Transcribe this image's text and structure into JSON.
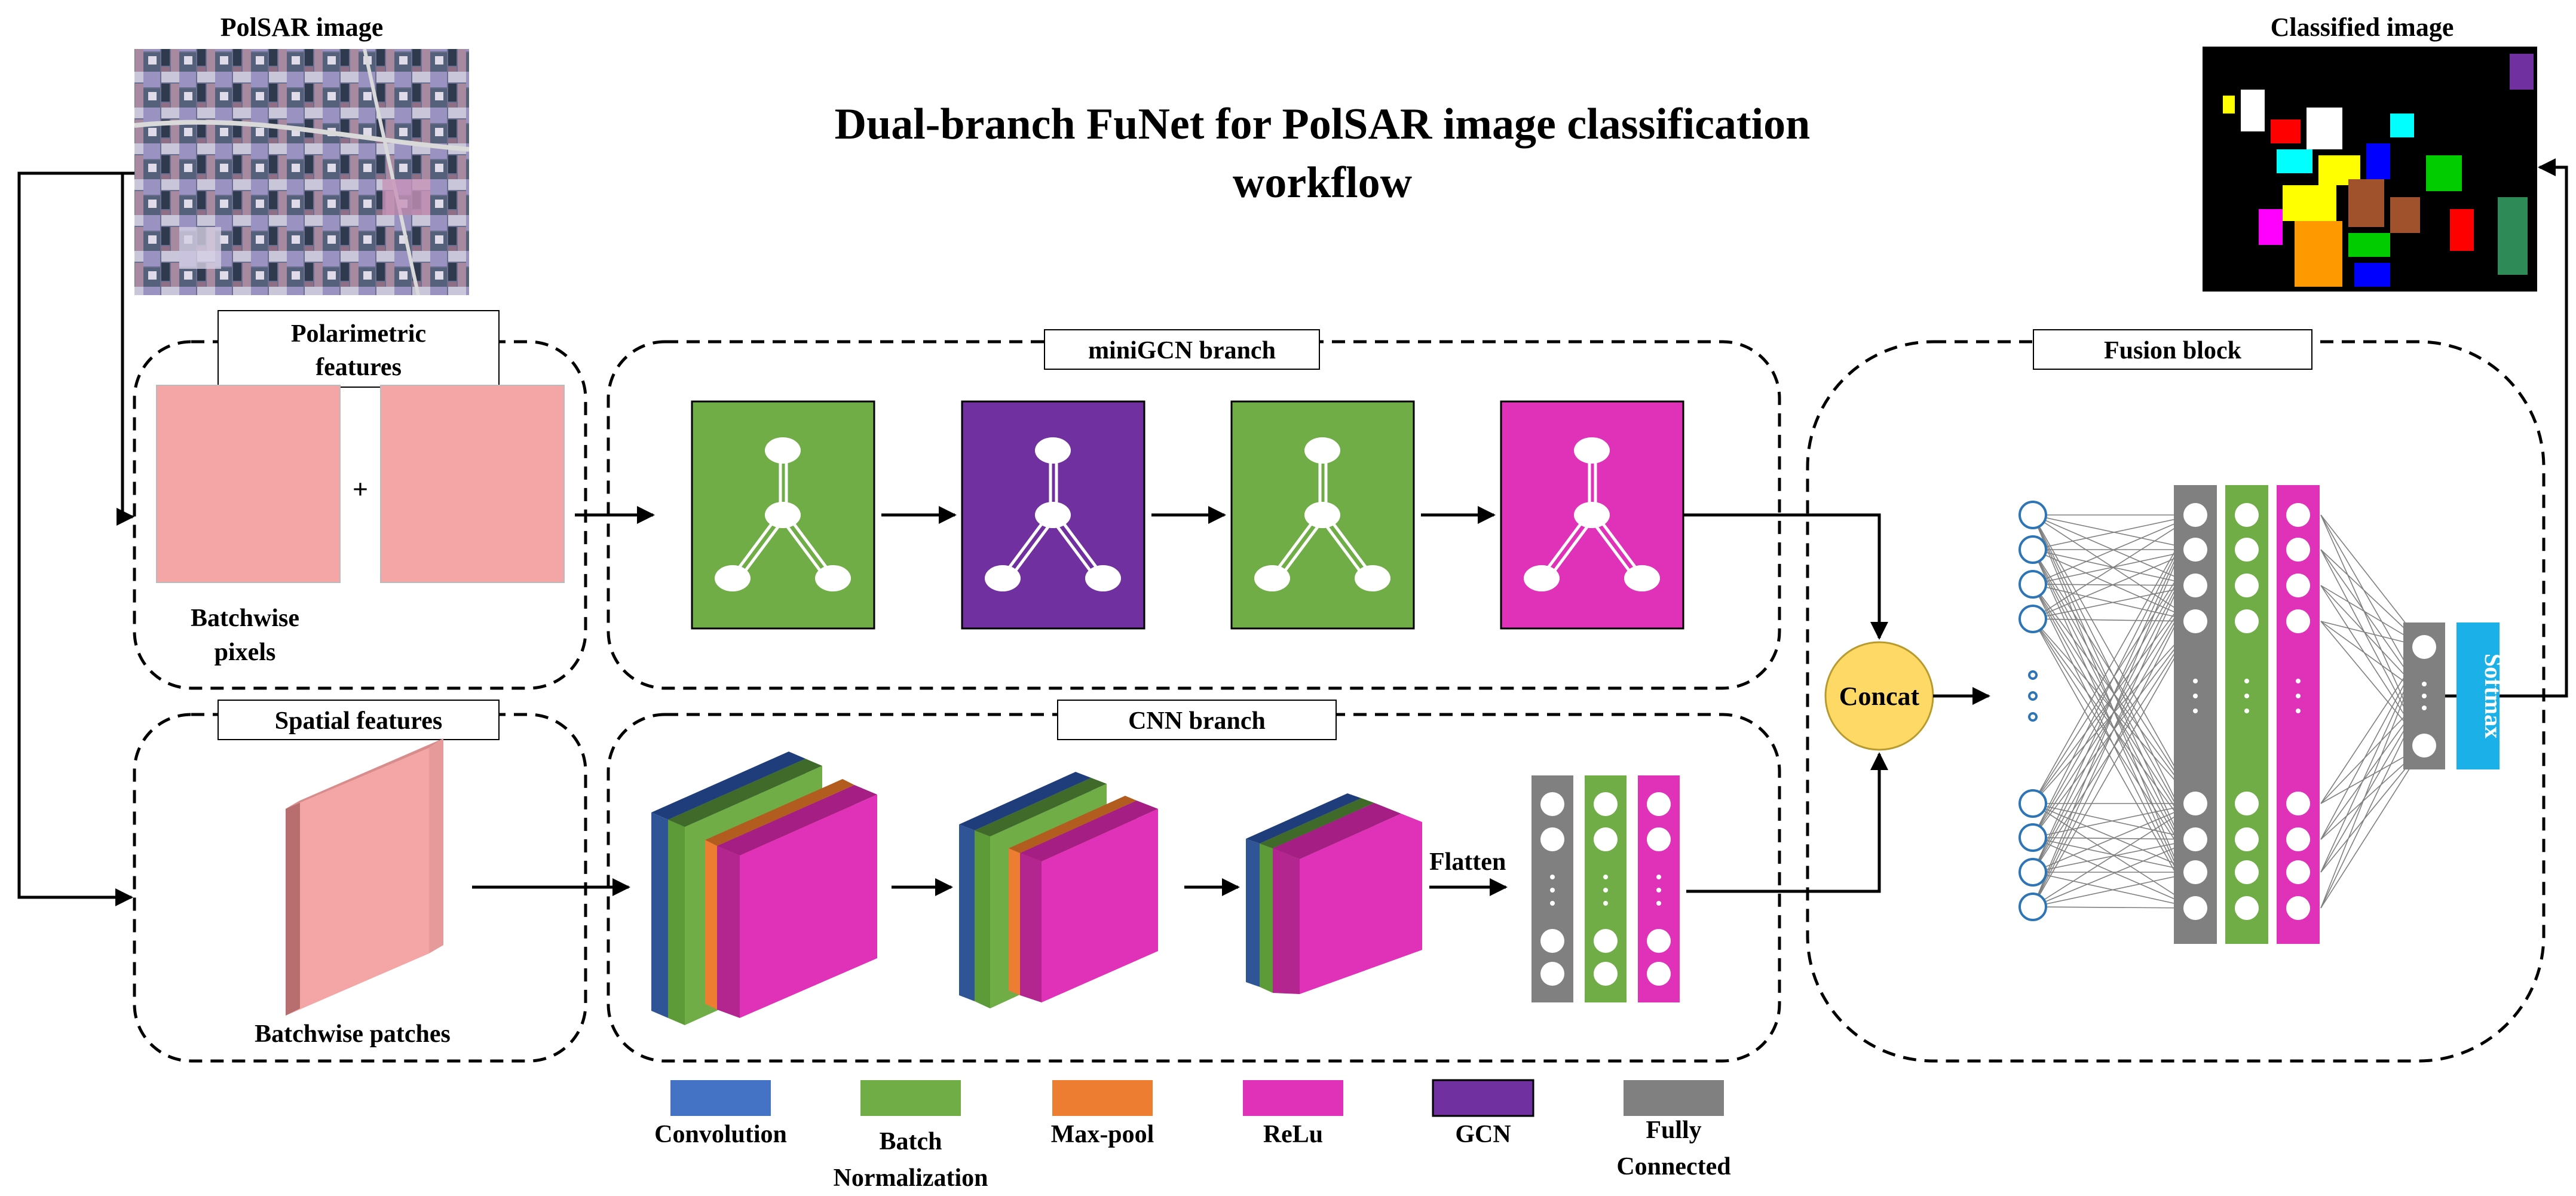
{
  "title": {
    "line1": "Dual-branch FuNet for PolSAR image classification",
    "line2": "workflow"
  },
  "input_image_label": "PolSAR image",
  "output_image_label": "Classified image",
  "polarimetric": {
    "header_line1": "Polarimetric",
    "header_line2": "features",
    "plus": "+",
    "caption_line1": "Batchwise",
    "caption_line2": "pixels"
  },
  "spatial": {
    "header": "Spatial features",
    "caption": "Batchwise patches"
  },
  "gcn_branch": {
    "header": "miniGCN branch"
  },
  "cnn_branch": {
    "header": "CNN branch",
    "flatten": "Flatten"
  },
  "fusion": {
    "header": "Fusion block",
    "concat": "Concat",
    "softmax": "Softmax"
  },
  "legend": [
    {
      "label1": "Convolution",
      "label2": "",
      "color": "#4472C4"
    },
    {
      "label1": "Batch",
      "label2": "Normalization",
      "color": "#70AD47"
    },
    {
      "label1": "Max-pool",
      "label2": "",
      "color": "#ED7D31"
    },
    {
      "label1": "ReLu",
      "label2": "",
      "color": "#E032B8"
    },
    {
      "label1": "GCN",
      "label2": "",
      "color": "#7030A0"
    },
    {
      "label1": "Fully",
      "label2": "Connected",
      "color": "#808080"
    }
  ],
  "colors": {
    "pink_feature": "#F4A5A5",
    "bn_green": "#70AD47",
    "gcn_purple": "#7030A0",
    "relu_magenta": "#E032B8",
    "conv_blue": "#2F5597",
    "maxpool_orange": "#ED7D31",
    "fc_gray": "#808080",
    "concat_yellow": "#FFD966",
    "softmax_cyan": "#1BB0E8",
    "neuron_blue": "#2E75B6"
  }
}
